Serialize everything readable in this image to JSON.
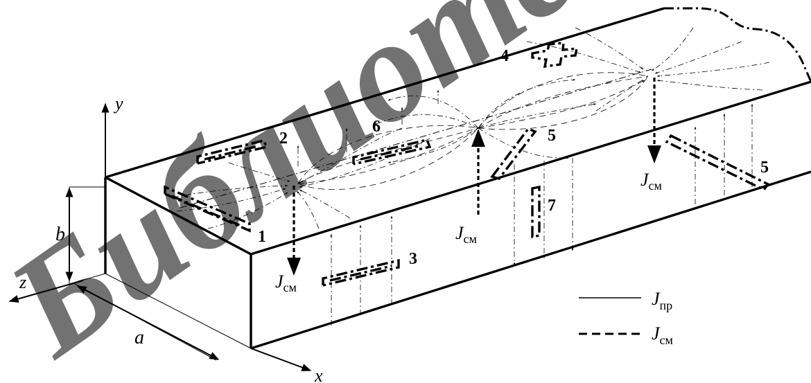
{
  "axes": {
    "x": "x",
    "y": "y",
    "z": "z"
  },
  "dimensions": {
    "a": "a",
    "b": "b"
  },
  "current_label": {
    "symbol": "J",
    "sub": "см"
  },
  "slots": {
    "s1": "1",
    "s2": "2",
    "s3": "3",
    "s4": "4",
    "s5a": "5",
    "s5b": "5",
    "s6": "6",
    "s7": "7"
  },
  "legend": {
    "pr_symbol": "J",
    "pr_sub": "пр",
    "sm_symbol": "J",
    "sm_sub": "см"
  },
  "watermark": "Библиотека"
}
